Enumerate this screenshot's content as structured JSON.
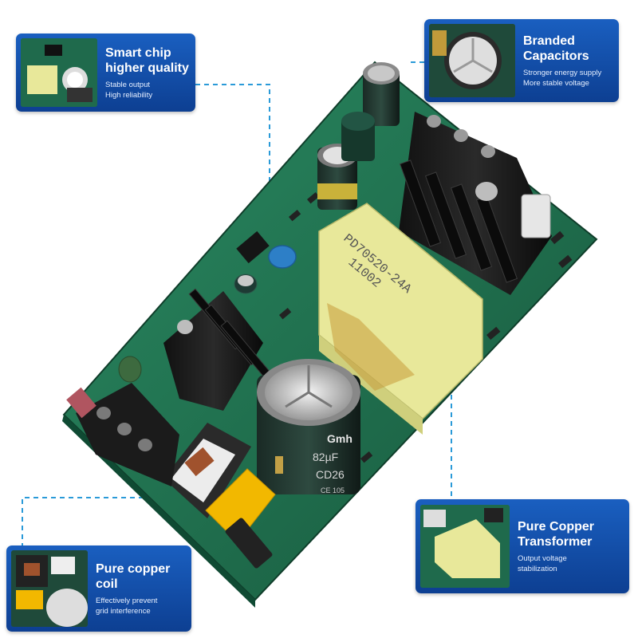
{
  "callouts": [
    {
      "title_line1": "Smart chip",
      "title_line2": "higher quality",
      "sub_line1": "Stable output",
      "sub_line2": "High reliability"
    },
    {
      "title_line1": "Branded",
      "title_line2": "Capacitors",
      "sub_line1": "Stronger energy supply",
      "sub_line2": "More stable voltage"
    },
    {
      "title_line1": "Pure Copper",
      "title_line2": "Transformer",
      "sub_line1": "Output voltage",
      "sub_line2": "stabilization"
    },
    {
      "title_line1": "Pure copper",
      "title_line2": "coil",
      "sub_line1": "Effectively prevent",
      "sub_line2": "grid interference"
    }
  ],
  "board": {
    "transformer_marking_1": "PD70520-24A",
    "transformer_marking_2": "11002",
    "main_cap_brand": "Gmh",
    "main_cap_value": "82µF",
    "main_cap_series": "CD26",
    "main_cap_cert": "CE 105"
  },
  "colors": {
    "accent_blue": "#1a5fc0",
    "leader_line": "#2a9ad8",
    "pcb_green": "#1e6e4e",
    "transformer_yellow": "#eaea9a"
  }
}
